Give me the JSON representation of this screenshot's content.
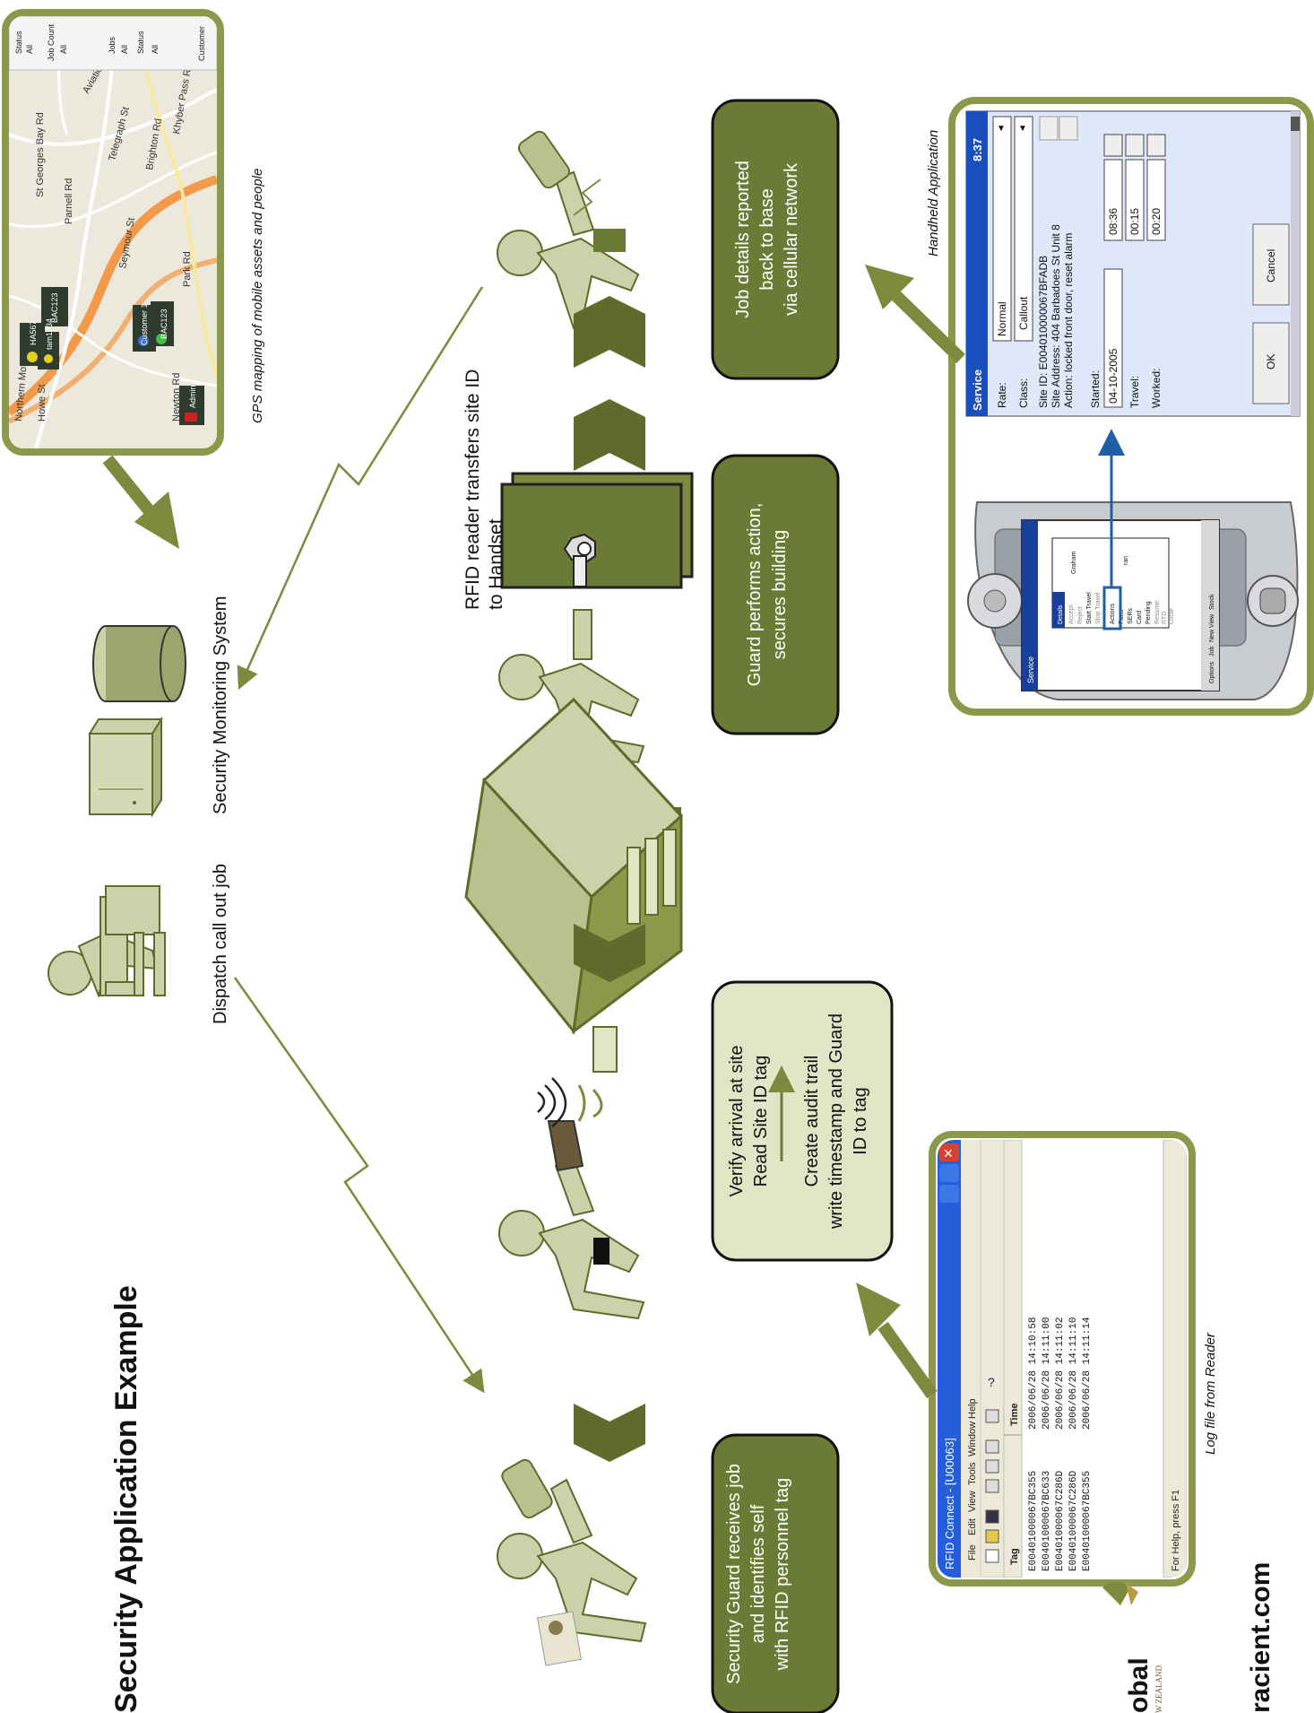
{
  "title": "Security Application Example",
  "dispatch_label": "Dispatch call out job",
  "monitoring_label": "Security Monitoring System",
  "gps_caption": "GPS mapping of mobile assets and people",
  "rfid_transfer_label": [
    "RFID reader transfers site ID",
    "to Handset"
  ],
  "steps": {
    "step1": [
      "Security Guard receives job",
      "and identifies self",
      "with RFID personnel tag"
    ],
    "step2a": [
      "Verify arrival at site",
      "Read Site ID tag"
    ],
    "step2b": [
      "Create audit trail",
      "write timestamp and  Guard",
      "ID to tag"
    ],
    "step3": [
      "Guard performs action,",
      "secures building"
    ],
    "step4": [
      "Job details reported",
      "back to base",
      "via cellular network"
    ]
  },
  "log_caption": "Log file from Reader",
  "handheld_caption": "Handheld Application",
  "brand": {
    "logo_text": "obal",
    "logo_sub": "W ZEALAND",
    "website": "racient.com"
  },
  "colors": {
    "olive": "#7b8a3c",
    "olive_dark": "#5e6b2a",
    "figure_fill": "#c9d2a8",
    "box_fill": "#6b7a35",
    "box_fill_light": "#dfe6c6",
    "frame": "#8a9a4a"
  },
  "map": {
    "streets": [
      "Aviation Rd",
      "Telegraph St",
      "Brighton Rd",
      "Seymour St",
      "St Georges Bay Rd",
      "Parnell Rd",
      "Khyber Pass Rd",
      "Park Rd",
      "Howe St",
      "Newton Rd",
      "Northern Motorway"
    ],
    "markers": [
      "HA567",
      "BAC123",
      "tam1234",
      "Customer 1",
      "BAC123",
      "Admin"
    ],
    "side_labels": [
      "Status",
      "All",
      "Job Count",
      "All",
      "Jobs",
      "All",
      "Status",
      "All",
      "Customer"
    ]
  },
  "rfid_window": {
    "title": "RFID Connect - [U00063]",
    "menu": [
      "File",
      "Edit",
      "View",
      "Tools",
      "Window",
      "Help"
    ],
    "columns": [
      "Tag",
      "Time"
    ],
    "rows": [
      {
        "tag": "E00401000067BC355",
        "time": "2006/06/28 14:10:58"
      },
      {
        "tag": "E00401000067BC633",
        "time": "2006/06/28 14:11:00"
      },
      {
        "tag": "E00401000067C286D",
        "time": "2006/06/28 14:11:02"
      },
      {
        "tag": "E00401000067C286D",
        "time": "2006/06/28 14:11:10"
      },
      {
        "tag": "E00401000067BC355",
        "time": "2006/06/28 14:11:14"
      }
    ],
    "status": "For Help, press F1"
  },
  "pda_menu": {
    "items": [
      "Details",
      "Accept",
      "Reject",
      "Start Travel",
      "Stop Travel",
      "Actions",
      "Parts",
      "SERs",
      "Card",
      "Pending",
      "Resume",
      "RTD",
      "Close"
    ],
    "tabs": [
      "Options",
      "Job",
      "New",
      "View",
      "Stock"
    ],
    "names": [
      "Graham",
      "ran"
    ],
    "header": "Service"
  },
  "handheld_form": {
    "title": "Service",
    "time": "8:37",
    "rate_label": "Rate:",
    "rate_value": "Normal",
    "class_label": "Class:",
    "class_value": "Callout",
    "site_id": "Site ID: E004010000067BFADB",
    "site_address": "Site Address: 404 Barbadoes St  Unit 8",
    "action": "Action: locked front door, reset alarm",
    "started_label": "Started:",
    "started_date": "04-10-2005",
    "started_time": "08:36",
    "travel_label": "Travel:",
    "travel_value": "00:15",
    "worked_label": "Worked:",
    "worked_value": "00:20",
    "ok_label": "OK",
    "cancel_label": "Cancel"
  }
}
